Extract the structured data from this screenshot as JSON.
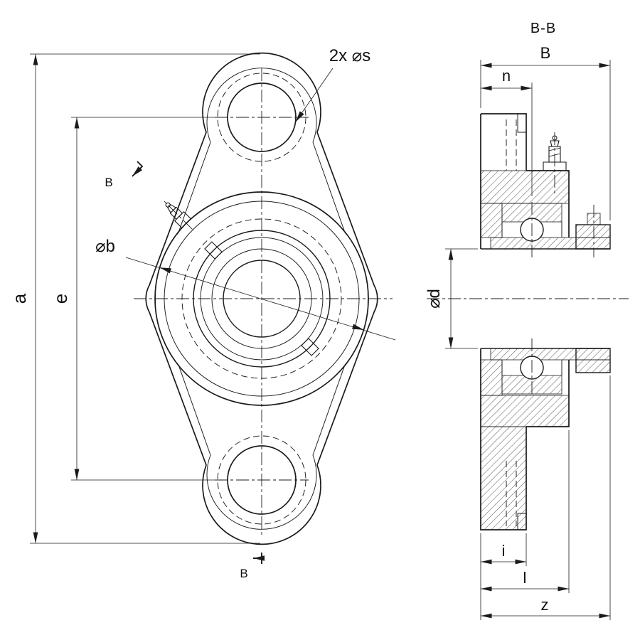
{
  "canvas": {
    "background": "#ffffff",
    "ink": "#1b1b1b"
  },
  "front_view": {
    "dim_overall_height": "a",
    "dim_hole_centers": "e",
    "dim_center_diameter": "⌀b",
    "dim_bolt_holes": "2x ⌀s",
    "section_marker_top": "B",
    "section_marker_bottom": "B"
  },
  "section_view": {
    "title": "B-B",
    "dim_overall_width": "B",
    "dim_width_n": "n",
    "dim_bore": "⌀d",
    "dim_i": "i",
    "dim_l": "l",
    "dim_z": "z"
  }
}
